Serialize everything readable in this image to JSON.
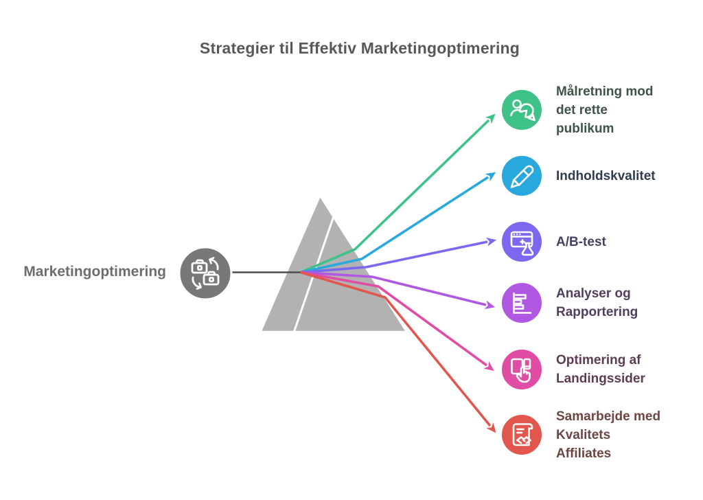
{
  "title": {
    "text": "Strategier til Effektiv Marketingoptimering",
    "color": "#57585b"
  },
  "source": {
    "label": "Marketingoptimering",
    "label_color": "#6c6d70",
    "circle_color": "#77787a",
    "line_color": "#4b4b4d",
    "icon": "briefcase-sync-icon"
  },
  "prism": {
    "fill": "#b2b2b2",
    "outline": "#ffffff"
  },
  "items": [
    {
      "label": [
        "Målretning mod",
        "det rette",
        "publikum"
      ],
      "icon": "audience-pie-icon",
      "color": "#3ec287",
      "text_color": "#3d5447"
    },
    {
      "label": [
        "Indholdskvalitet"
      ],
      "icon": "pen-icon",
      "color": "#29a8dd",
      "text_color": "#2e3e50"
    },
    {
      "label": [
        "A/B-test"
      ],
      "icon": "ab-test-icon",
      "color": "#7b68ee",
      "text_color": "#474063"
    },
    {
      "label": [
        "Analyser og",
        "Rapportering"
      ],
      "icon": "bar-chart-icon",
      "color": "#b158e2",
      "text_color": "#513d5e"
    },
    {
      "label": [
        "Optimering af",
        "Landingssider"
      ],
      "icon": "landing-page-devices-icon",
      "color": "#df4da5",
      "text_color": "#5c3c53"
    },
    {
      "label": [
        "Samarbejde med",
        "Kvalitets",
        "Affiliates"
      ],
      "icon": "affiliate-contract-icon",
      "color": "#e2574d",
      "text_color": "#6d4541"
    }
  ]
}
